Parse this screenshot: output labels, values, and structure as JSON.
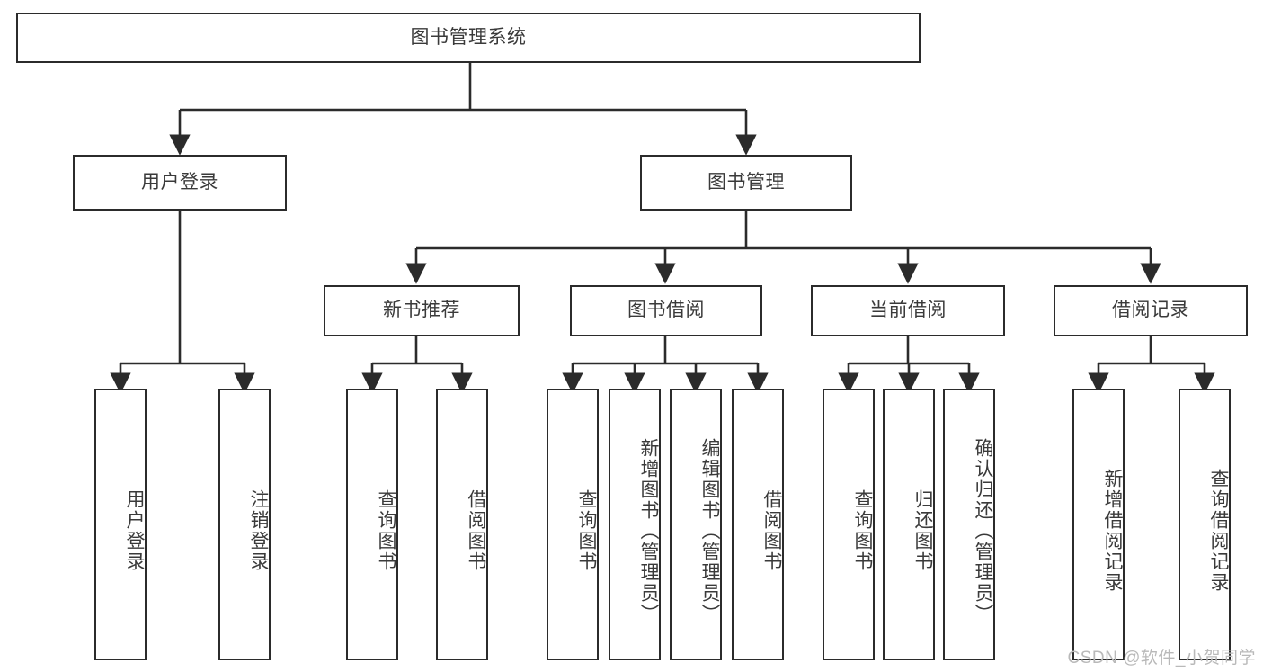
{
  "diagram": {
    "title": "图书管理系统",
    "type": "tree",
    "watermark": "CSDN @软件_小贺同学",
    "colors": {
      "stroke": "#2b2b2b",
      "text": "#3a3a3a",
      "background": "#ffffff",
      "watermark": "#b9b9b9"
    },
    "root": {
      "id": "root",
      "label": "图书管理系统"
    },
    "level2": [
      {
        "id": "login",
        "label": "用户登录"
      },
      {
        "id": "bookmgmt",
        "label": "图书管理"
      }
    ],
    "level3": [
      {
        "id": "newbook",
        "label": "新书推荐",
        "parent": "bookmgmt"
      },
      {
        "id": "borrow",
        "label": "图书借阅",
        "parent": "bookmgmt"
      },
      {
        "id": "current",
        "label": "当前借阅",
        "parent": "bookmgmt"
      },
      {
        "id": "record",
        "label": "借阅记录",
        "parent": "bookmgmt"
      }
    ],
    "leaves": [
      {
        "id": "leaf-user-login",
        "label": "用户登录",
        "parent": "login"
      },
      {
        "id": "leaf-logout",
        "label": "注销登录",
        "parent": "login"
      },
      {
        "id": "leaf-query-book-1",
        "label": "查询图书",
        "parent": "newbook"
      },
      {
        "id": "leaf-borrow-book-1",
        "label": "借阅图书",
        "parent": "newbook"
      },
      {
        "id": "leaf-query-book-2",
        "label": "查询图书",
        "parent": "borrow"
      },
      {
        "id": "leaf-add-book",
        "label": "新增图书（管理员）",
        "parent": "borrow"
      },
      {
        "id": "leaf-edit-book",
        "label": "编辑图书（管理员）",
        "parent": "borrow"
      },
      {
        "id": "leaf-borrow-book-2",
        "label": "借阅图书",
        "parent": "borrow"
      },
      {
        "id": "leaf-query-book-3",
        "label": "查询图书",
        "parent": "current"
      },
      {
        "id": "leaf-return-book",
        "label": "归还图书",
        "parent": "current"
      },
      {
        "id": "leaf-confirm-return",
        "label": "确认归还（管理员）",
        "parent": "current"
      },
      {
        "id": "leaf-add-record",
        "label": "新增借阅记录",
        "parent": "record"
      },
      {
        "id": "leaf-query-record",
        "label": "查询借阅记录",
        "parent": "record"
      }
    ]
  }
}
